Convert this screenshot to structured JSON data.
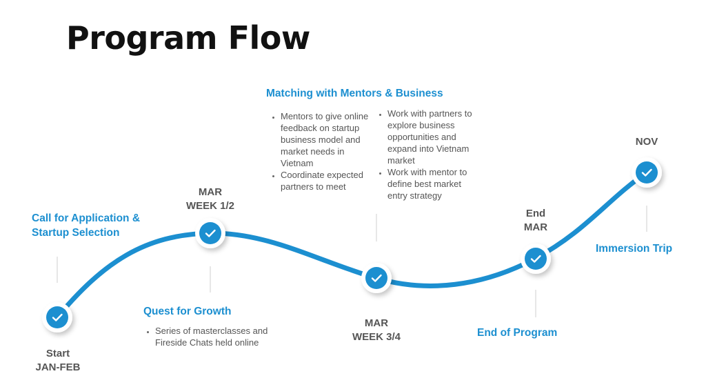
{
  "title": "Program Flow",
  "colors": {
    "accent": "#1c8fd0",
    "text_gray": "#555555",
    "title": "#111111"
  },
  "stages": [
    {
      "date_lines": [
        "Start",
        "JAN-FEB"
      ],
      "milestone_lines": [
        "Call for Application &",
        "Startup Selection"
      ],
      "bullets_left": [],
      "bullets_right": []
    },
    {
      "date_lines": [
        "MAR",
        "WEEK 1/2"
      ],
      "milestone_lines": [
        "Quest for Growth"
      ],
      "bullets_left": [
        "Series of masterclasses and Fireside Chats held online"
      ],
      "bullets_right": []
    },
    {
      "date_lines": [
        "MAR",
        "WEEK 3/4"
      ],
      "milestone_lines": [
        "Matching with Mentors & Business"
      ],
      "bullets_left": [
        "Mentors to give online feedback on startup business model and market needs in Vietnam",
        "Coordinate expected partners to meet"
      ],
      "bullets_right": [
        "Work with partners to explore business opportunities and expand into Vietnam market",
        "Work with mentor to define best market entry strategy"
      ]
    },
    {
      "date_lines": [
        "End",
        "MAR"
      ],
      "milestone_lines": [
        "End of Program"
      ],
      "bullets_left": [],
      "bullets_right": []
    },
    {
      "date_lines": [
        "NOV"
      ],
      "milestone_lines": [
        "Immersion Trip"
      ],
      "bullets_left": [],
      "bullets_right": []
    }
  ]
}
